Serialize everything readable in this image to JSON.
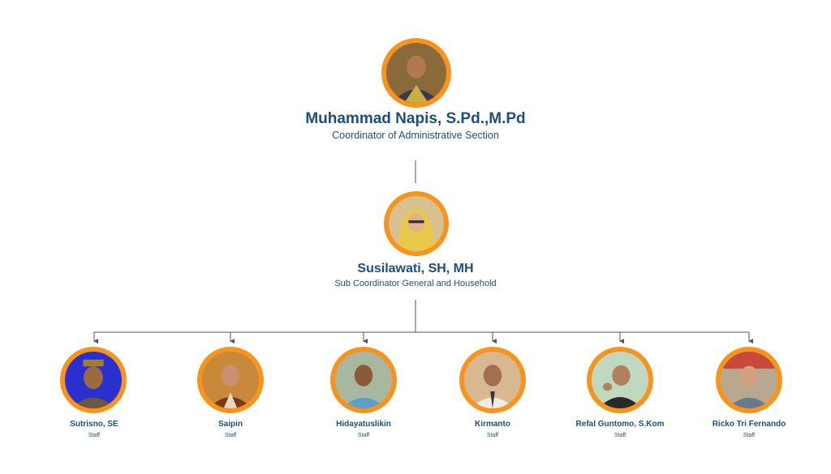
{
  "head": {
    "name": "Muhammad Napis, S.Pd.,M.Pd",
    "role": "Coordinator of Administrative Section",
    "photo_bg": "#8a6a3a"
  },
  "sub": {
    "name": "Susilawati, SH, MH",
    "role": "Sub Coordinator General and Household",
    "photo_bg": "#e8c84a"
  },
  "staff": [
    {
      "name": "Sutrisno, SE",
      "role": "Staff",
      "photo_bg": "#2a2fd0"
    },
    {
      "name": "Saipin",
      "role": "Staff",
      "photo_bg": "#c88a3a"
    },
    {
      "name": "Hidayatuslikin",
      "role": "Staff",
      "photo_bg": "#7ea6c8"
    },
    {
      "name": "Kirmanto",
      "role": "Staff",
      "photo_bg": "#d8b890"
    },
    {
      "name": "Refal Guntomo, S.Kom",
      "role": "Staff",
      "photo_bg": "#c0d8c0"
    },
    {
      "name": "Ricko Tri Fernando",
      "role": "Staff",
      "photo_bg": "#b8a890"
    }
  ],
  "colors": {
    "accent": "#f7941d",
    "text": "#1d4f7c",
    "line": "#555555"
  }
}
